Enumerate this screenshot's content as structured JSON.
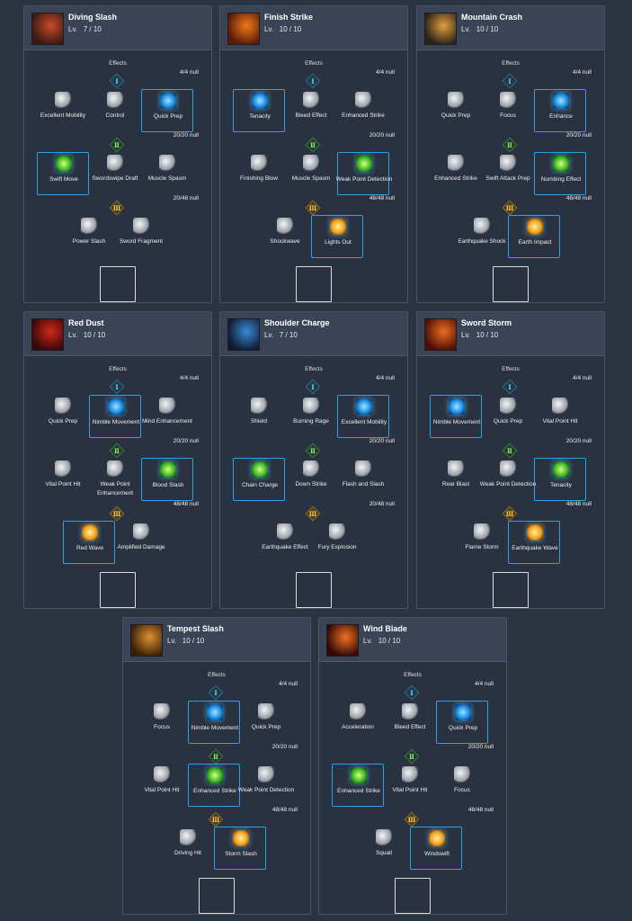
{
  "effects_label": "Effects",
  "cards": [
    {
      "name": "Diving Slash",
      "lv": "Lv.   7 / 10",
      "icon": "diving-slash-icon",
      "c1": "#c94a2a",
      "c2": "#3a1a10",
      "counts": [
        "4/4 null",
        "20/20 null",
        "20/48 null"
      ],
      "rows": [
        [
          {
            "l": "Excellent Mobility",
            "s": false,
            "c": "g"
          },
          {
            "l": "Control",
            "s": false,
            "c": "g"
          },
          {
            "l": "Quick Prep",
            "s": true,
            "c": "b"
          }
        ],
        [
          {
            "l": "Swift Move",
            "s": true,
            "c": "gr"
          },
          {
            "l": "Swordswipe Draft",
            "s": false,
            "c": "g"
          },
          {
            "l": "Muscle Spasm",
            "s": false,
            "c": "g"
          }
        ],
        [
          {
            "l": "Power Slash",
            "s": false,
            "c": "g"
          },
          {
            "l": "Sword Fragment",
            "s": false,
            "c": "g"
          }
        ]
      ]
    },
    {
      "name": "Finish Strike",
      "lv": "Lv.   10 / 10",
      "icon": "finish-strike-icon",
      "c1": "#f07a1a",
      "c2": "#5a1a08",
      "counts": [
        "4/4 null",
        "20/20 null",
        "48/48 null"
      ],
      "rows": [
        [
          {
            "l": "Tenacity",
            "s": true,
            "c": "b"
          },
          {
            "l": "Bleed Effect",
            "s": false,
            "c": "g"
          },
          {
            "l": "Enhanced Strike",
            "s": false,
            "c": "g"
          }
        ],
        [
          {
            "l": "Finishing Blow",
            "s": false,
            "c": "g"
          },
          {
            "l": "Muscle Spasm",
            "s": false,
            "c": "g"
          },
          {
            "l": "Weak Point Detection",
            "s": true,
            "c": "gr"
          }
        ],
        [
          {
            "l": "Shockwave",
            "s": false,
            "c": "g"
          },
          {
            "l": "Lights Out",
            "s": true,
            "c": "y"
          }
        ]
      ]
    },
    {
      "name": "Mountain Crash",
      "lv": "Lv.   10 / 10",
      "icon": "mountain-crash-icon",
      "c1": "#e0a040",
      "c2": "#2a2218",
      "counts": [
        "4/4 null",
        "20/20 null",
        "48/48 null"
      ],
      "rows": [
        [
          {
            "l": "Quick Prep",
            "s": false,
            "c": "g"
          },
          {
            "l": "Focus",
            "s": false,
            "c": "g"
          },
          {
            "l": "Enhance",
            "s": true,
            "c": "b"
          }
        ],
        [
          {
            "l": "Enhanced Strike",
            "s": false,
            "c": "g"
          },
          {
            "l": "Swift Attack Prep",
            "s": false,
            "c": "g"
          },
          {
            "l": "Numbing Effect",
            "s": true,
            "c": "gr"
          }
        ],
        [
          {
            "l": "Earthquake Shock",
            "s": false,
            "c": "g"
          },
          {
            "l": "Earth Impact",
            "s": true,
            "c": "y"
          }
        ]
      ]
    },
    {
      "name": "Red Dust",
      "lv": "Lv.   10 / 10",
      "icon": "red-dust-icon",
      "c1": "#d02818",
      "c2": "#3a0808",
      "counts": [
        "4/4 null",
        "20/20 null",
        "48/48 null"
      ],
      "rows": [
        [
          {
            "l": "Quick Prep",
            "s": false,
            "c": "g"
          },
          {
            "l": "Nimble Movement",
            "s": true,
            "c": "b"
          },
          {
            "l": "Mind Enhancement",
            "s": false,
            "c": "g"
          }
        ],
        [
          {
            "l": "Vital Point Hit",
            "s": false,
            "c": "g"
          },
          {
            "l": "Weak Point Enhancement",
            "s": false,
            "c": "g"
          },
          {
            "l": "Blood Slash",
            "s": true,
            "c": "gr"
          }
        ],
        [
          {
            "l": "Red Wave",
            "s": true,
            "c": "y"
          },
          {
            "l": "Amplified Damage",
            "s": false,
            "c": "g"
          }
        ]
      ]
    },
    {
      "name": "Shoulder Charge",
      "lv": "Lv.   7 / 10",
      "icon": "shoulder-charge-icon",
      "c1": "#3a8ad8",
      "c2": "#101a30",
      "counts": [
        "4/4 null",
        "20/20 null",
        "20/48 null"
      ],
      "rows": [
        [
          {
            "l": "Shield",
            "s": false,
            "c": "g"
          },
          {
            "l": "Burning Rage",
            "s": false,
            "c": "g"
          },
          {
            "l": "Excellent Mobility",
            "s": true,
            "c": "b"
          }
        ],
        [
          {
            "l": "Chain Charge",
            "s": true,
            "c": "gr"
          },
          {
            "l": "Down Strike",
            "s": false,
            "c": "g"
          },
          {
            "l": "Flash and Slash",
            "s": false,
            "c": "g"
          }
        ],
        [
          {
            "l": "Earthquake Effect",
            "s": false,
            "c": "g"
          },
          {
            "l": "Fury Explosion",
            "s": false,
            "c": "g"
          }
        ]
      ]
    },
    {
      "name": "Sword Storm",
      "lv": "Lv.   10 / 10",
      "icon": "sword-storm-icon",
      "c1": "#f06a20",
      "c2": "#4a1008",
      "counts": [
        "4/4 null",
        "20/20 null",
        "48/48 null"
      ],
      "rows": [
        [
          {
            "l": "Nimble Movement",
            "s": true,
            "c": "b"
          },
          {
            "l": "Quick Prep",
            "s": false,
            "c": "g"
          },
          {
            "l": "Vital Point Hit",
            "s": false,
            "c": "g"
          }
        ],
        [
          {
            "l": "Rear Blast",
            "s": false,
            "c": "g"
          },
          {
            "l": "Weak Point Detection",
            "s": false,
            "c": "g"
          },
          {
            "l": "Tenacity",
            "s": true,
            "c": "gr"
          }
        ],
        [
          {
            "l": "Flame Storm",
            "s": false,
            "c": "g"
          },
          {
            "l": "Earthquake Wave",
            "s": true,
            "c": "y"
          }
        ]
      ]
    },
    {
      "name": "Tempest Slash",
      "lv": "Lv.   10 / 10",
      "icon": "tempest-slash-icon",
      "c1": "#e09030",
      "c2": "#3a2008",
      "counts": [
        "4/4 null",
        "20/20 null",
        "48/48 null"
      ],
      "rows": [
        [
          {
            "l": "Focus",
            "s": false,
            "c": "g"
          },
          {
            "l": "Nimble Movement",
            "s": true,
            "c": "b"
          },
          {
            "l": "Quick Prep",
            "s": false,
            "c": "g"
          }
        ],
        [
          {
            "l": "Vital Point Hit",
            "s": false,
            "c": "g"
          },
          {
            "l": "Enhanced Strike",
            "s": true,
            "c": "gr"
          },
          {
            "l": "Weak Point Detection",
            "s": false,
            "c": "g"
          }
        ],
        [
          {
            "l": "Driving Hit",
            "s": false,
            "c": "g"
          },
          {
            "l": "Storm Slash",
            "s": true,
            "c": "y"
          }
        ]
      ]
    },
    {
      "name": "Wind Blade",
      "lv": "Lv.   10 / 10",
      "icon": "wind-blade-icon",
      "c1": "#f07020",
      "c2": "#300808",
      "counts": [
        "4/4 null",
        "20/20 null",
        "48/48 null"
      ],
      "rows": [
        [
          {
            "l": "Acceleration",
            "s": false,
            "c": "g"
          },
          {
            "l": "Bleed Effect",
            "s": false,
            "c": "g"
          },
          {
            "l": "Quick Prep",
            "s": true,
            "c": "b"
          }
        ],
        [
          {
            "l": "Enhanced Strike",
            "s": true,
            "c": "gr"
          },
          {
            "l": "Vital Point Hit",
            "s": false,
            "c": "g"
          },
          {
            "l": "Focus",
            "s": false,
            "c": "g"
          }
        ],
        [
          {
            "l": "Squall",
            "s": false,
            "c": "g"
          },
          {
            "l": "Windswift",
            "s": true,
            "c": "y"
          }
        ]
      ]
    }
  ]
}
